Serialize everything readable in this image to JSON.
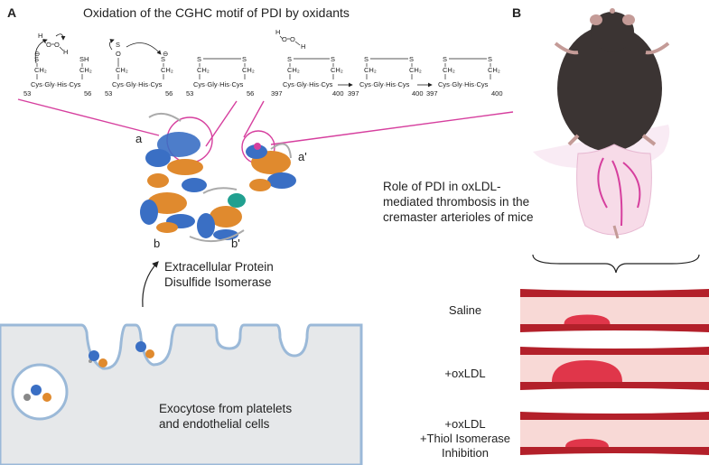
{
  "panelA": {
    "letter": "A",
    "title": "Oxidation of the CGHC motif of PDI by oxidants",
    "oxidant1_atoms": [
      "H",
      "O",
      "O",
      "H"
    ],
    "oxidant2_atoms": [
      "H",
      "O",
      "O",
      "H"
    ],
    "structures": [
      {
        "chain": "Cys·Gly·His·Cys",
        "left_num": "53",
        "right_num": "56",
        "left_groups": [
          "S",
          "⊖",
          "CH₂"
        ],
        "right_groups": [
          "SH",
          "CH₂"
        ]
      },
      {
        "chain": "Cys·Gly·His·Cys",
        "left_num": "53",
        "right_num": "56",
        "left_groups": [
          "S",
          "O",
          "CH₂"
        ],
        "right_groups": [
          "S",
          "⊖",
          "CH₂"
        ]
      },
      {
        "chain": "Cys·Gly·His·Cys",
        "left_num": "53",
        "right_num": "56",
        "left_groups": [
          "S",
          "CH₂"
        ],
        "right_groups": [
          "S",
          "CH₂"
        ]
      },
      {
        "chain": "Cys·Gly·His·Cys",
        "left_num": "397",
        "right_num": "400",
        "left_groups": [
          "S",
          "CH₂"
        ],
        "right_groups": [
          "S",
          "CH₂"
        ]
      },
      {
        "chain": "Cys·Gly·His·Cys",
        "left_num": "397",
        "right_num": "400",
        "left_groups": [
          "S",
          "CH₂"
        ],
        "right_groups": [
          "S",
          "CH₂"
        ]
      },
      {
        "chain": "Cys·Gly·His·Cys",
        "left_num": "397",
        "right_num": "400",
        "left_groups": [
          "S",
          "CH₂"
        ],
        "right_groups": [
          "S",
          "CH₂"
        ]
      }
    ],
    "domains": {
      "a": "a",
      "a_prime": "a'",
      "b": "b",
      "b_prime": "b'"
    },
    "protein_label_line1": "Extracellular Protein",
    "protein_label_line2": "Disulfide Isomerase",
    "exocytosis_line1": "Exocytose from platelets",
    "exocytosis_line2": "and endothelial cells"
  },
  "panelB": {
    "letter": "B",
    "caption_lines": [
      "Role of PDI in oxLDL-",
      "mediated thrombosis in the",
      "cremaster arterioles of mice"
    ],
    "vessels": [
      {
        "label_lines": [
          "Saline"
        ],
        "clot_level": 0.35
      },
      {
        "label_lines": [
          "+oxLDL"
        ],
        "clot_level": 0.8
      },
      {
        "label_lines": [
          "+oxLDL",
          "+Thiol Isomerase",
          "Inhibition"
        ],
        "clot_level": 0.3
      }
    ]
  },
  "colors": {
    "magenta": "#d63f9e",
    "helix_blue": "#3a6fc4",
    "sheet_orange": "#e08a2e",
    "membrane_blue": "#9bb9d8",
    "cytoplasm_gray": "#e6e8ea",
    "vessel_wall": "#b3202a",
    "vessel_lumen": "#f8d9d6",
    "clot": "#e0364a",
    "mouse_body": "#3b3433"
  }
}
